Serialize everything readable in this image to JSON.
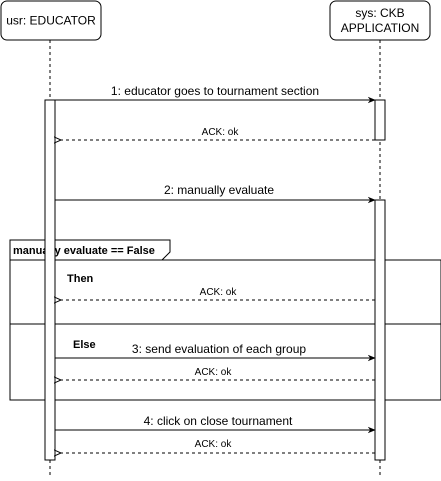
{
  "participants": [
    {
      "id": "educator",
      "label_lines": [
        "usr: EDUCATOR"
      ]
    },
    {
      "id": "system",
      "label_lines": [
        "sys: CKB",
        "APPLICATION"
      ]
    }
  ],
  "fragment": {
    "operator_label": "manually evaluate == False",
    "operands": [
      {
        "guard": "Then"
      },
      {
        "guard": "Else"
      }
    ]
  },
  "messages": [
    {
      "id": "m1",
      "text": "1: educator goes to tournament section",
      "from": "educator",
      "to": "system",
      "kind": "sync"
    },
    {
      "id": "r1",
      "text": "ACK: ok",
      "from": "system",
      "to": "educator",
      "kind": "reply"
    },
    {
      "id": "m2",
      "text": "2: manually evaluate",
      "from": "educator",
      "to": "system",
      "kind": "sync"
    },
    {
      "id": "r2",
      "text": "ACK: ok",
      "from": "system",
      "to": "educator",
      "kind": "reply"
    },
    {
      "id": "m3",
      "text": "3: send evaluation of each group",
      "from": "educator",
      "to": "system",
      "kind": "sync"
    },
    {
      "id": "r3",
      "text": "ACK: ok",
      "from": "system",
      "to": "educator",
      "kind": "reply"
    },
    {
      "id": "m4",
      "text": "4: click on close tournament",
      "from": "educator",
      "to": "system",
      "kind": "sync"
    },
    {
      "id": "r4",
      "text": "ACK: ok",
      "from": "system",
      "to": "educator",
      "kind": "reply"
    }
  ]
}
